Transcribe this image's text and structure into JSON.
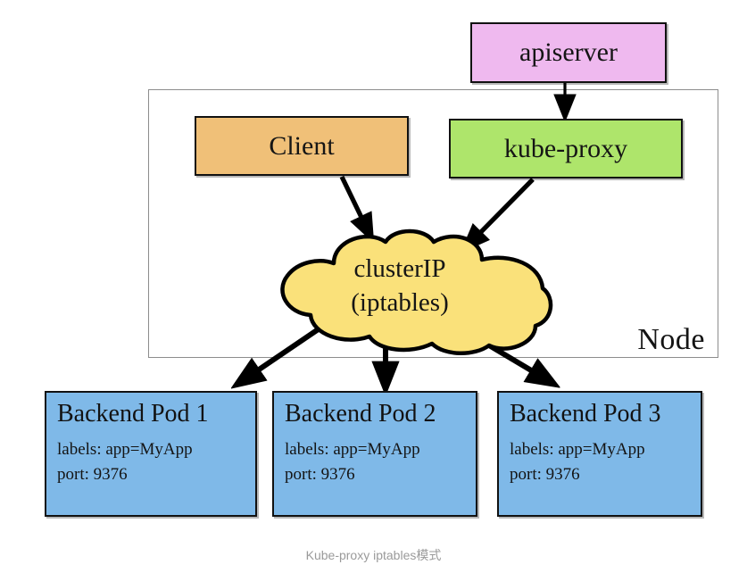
{
  "diagram": {
    "caption": "Kube-proxy iptables模式",
    "node": {
      "label": "Node"
    },
    "boxes": {
      "apiserver": {
        "label": "apiserver",
        "color": "#efb9ef"
      },
      "client": {
        "label": "Client",
        "color": "#f0c078"
      },
      "kube_proxy": {
        "label": "kube-proxy",
        "color": "#aee56b"
      }
    },
    "cloud": {
      "line1": "clusterIP",
      "line2": "(iptables)",
      "color": "#fae17a"
    },
    "pods": [
      {
        "title": "Backend Pod 1",
        "labels": "labels: app=MyApp",
        "port": "port: 9376",
        "color": "#7fb9e8"
      },
      {
        "title": "Backend Pod 2",
        "labels": "labels: app=MyApp",
        "port": "port: 9376",
        "color": "#7fb9e8"
      },
      {
        "title": "Backend Pod 3",
        "labels": "labels: app=MyApp",
        "port": "port: 9376",
        "color": "#7fb9e8"
      }
    ],
    "edges": [
      {
        "from": "apiserver",
        "to": "kube-proxy"
      },
      {
        "from": "client",
        "to": "clusterIP"
      },
      {
        "from": "kube-proxy",
        "to": "clusterIP"
      },
      {
        "from": "clusterIP",
        "to": "Backend Pod 1"
      },
      {
        "from": "clusterIP",
        "to": "Backend Pod 2"
      },
      {
        "from": "clusterIP",
        "to": "Backend Pod 3"
      }
    ]
  }
}
